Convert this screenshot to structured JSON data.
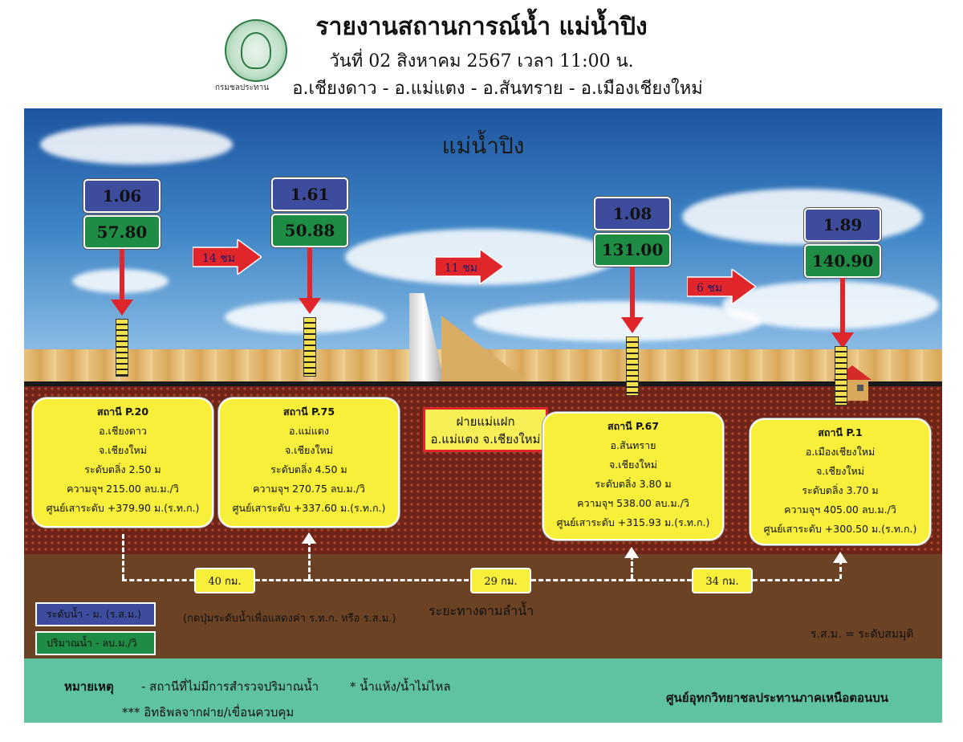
{
  "header": {
    "title": "รายงานสถานการณ์น้ำ แม่น้ำปิง",
    "date": "วันที่ 02 สิงหาคม 2567 เวลา 11:00 น.",
    "districts": "อ.เชียงดาว - อ.แม่แตง - อ.สันทราย - อ.เมืองเชียงใหม่",
    "logo_caption": "กรมชลประทาน"
  },
  "river_name": "แม่น้ำปิง",
  "stations": [
    {
      "level": "1.06",
      "flow": "57.80",
      "code": "สถานี P.20",
      "amphoe": "อ.เชียงดาว",
      "province": "จ.เชียงใหม่",
      "bank": "ระดับตลิ่ง 2.50 ม",
      "capacity": "ความจุฯ 215.00 ลบ.ม./วิ",
      "datum": "ศูนย์เสาระดับ +379.90 ม.(ร.ท.ก.)"
    },
    {
      "level": "1.61",
      "flow": "50.88",
      "code": "สถานี P.75",
      "amphoe": "อ.แม่แตง",
      "province": "จ.เชียงใหม่",
      "bank": "ระดับตลิ่ง 4.50 ม",
      "capacity": "ความจุฯ 270.75 ลบ.ม./วิ",
      "datum": "ศูนย์เสาระดับ +337.60 ม.(ร.ท.ก.)"
    },
    {
      "level": "1.08",
      "flow": "131.00",
      "code": "สถานี P.67",
      "amphoe": "อ.สันทราย",
      "province": "จ.เชียงใหม่",
      "bank": "ระดับตลิ่ง 3.80 ม",
      "capacity": "ความจุฯ 538.00 ลบ.ม./วิ",
      "datum": "ศูนย์เสาระดับ +315.93 ม.(ร.ท.ก.)"
    },
    {
      "level": "1.89",
      "flow": "140.90",
      "code": "สถานี P.1",
      "amphoe": "อ.เมืองเชียงใหม่",
      "province": "จ.เชียงใหม่",
      "bank": "ระดับตลิ่ง 3.70 ม",
      "capacity": "ความจุฯ 405.00 ลบ.ม./วิ",
      "datum": "ศูนย์เสาระดับ +300.50 ม.(ร.ท.ก.)"
    }
  ],
  "travel_times": [
    "14 ชม",
    "11 ชม",
    "6 ชม"
  ],
  "distances": [
    "40 กม.",
    "29 กม.",
    "34 กม."
  ],
  "dam": {
    "line1": "ฝายแม่แฝก",
    "line2": "อ.แม่แตง จ.เชียงใหม่"
  },
  "legend": {
    "level": "ระดับน้ำ - ม. (ร.ส.ม.)",
    "flow": "ปริมาณน้ำ - ลบ.ม./วิ",
    "level_color": "#3d4c9c",
    "flow_color": "#1e8c45",
    "hint": "(กดปุ่มระดับน้ำเพื่อแสดงค่า ร.ท.ก. หรือ ร.ส.ม.)"
  },
  "distance_label": "ระยะทางตามลำน้ำ",
  "datum_note": "ร.ส.ม. = ระดับสมมุติ",
  "footer": {
    "heading": "หมายเหตุ",
    "note1": "- สถานีที่ไม่มีการสำรวจปริมาณน้ำ",
    "note2": "* น้ำแห้ง/น้ำไม่ไหล",
    "note3": "*** อิทธิพลจากฝาย/เขื่อนควบคุม",
    "org": "ศูนย์อุทกวิทยาชลประทานภาคเหนือตอนบน"
  }
}
